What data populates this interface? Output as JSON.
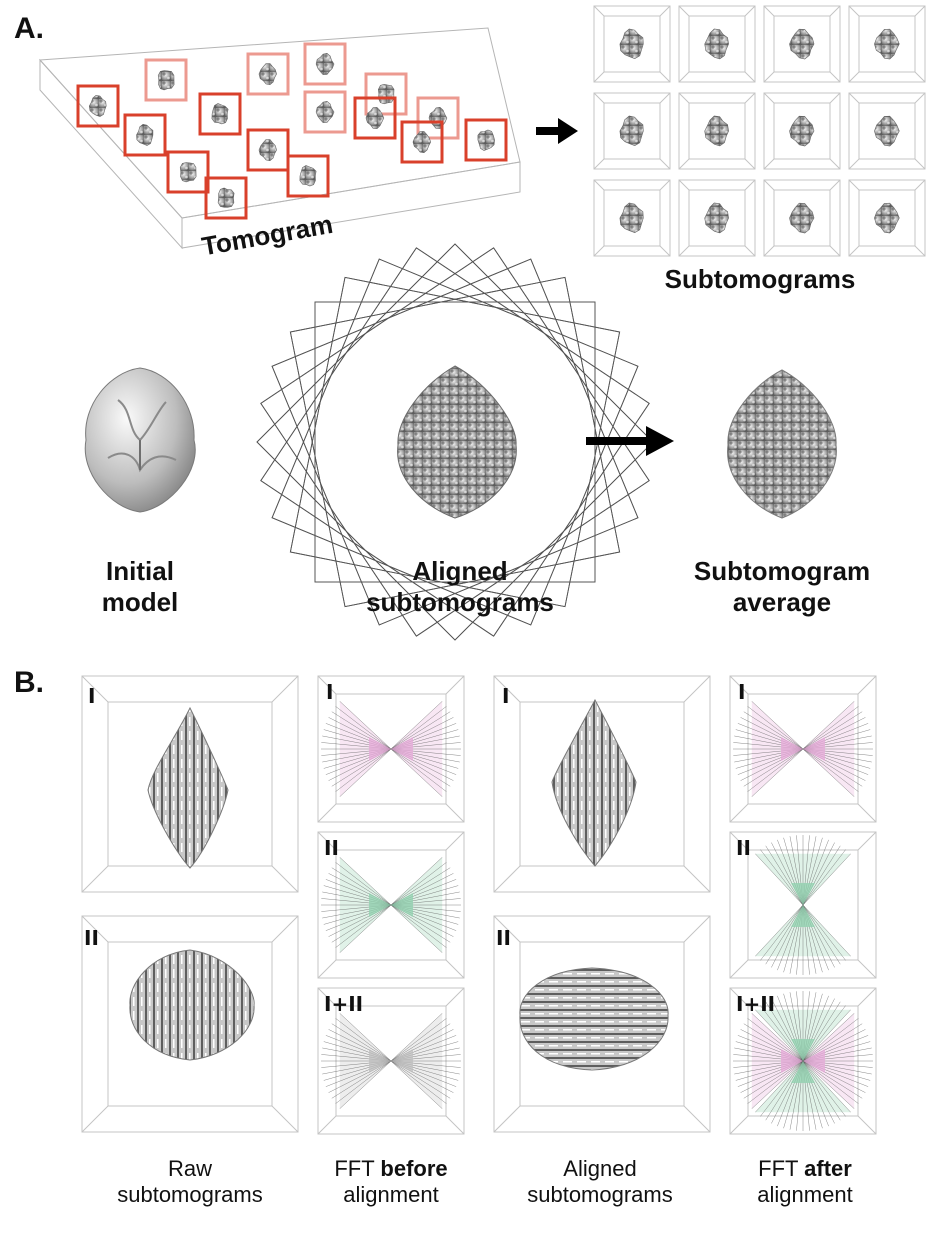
{
  "panel_a": {
    "letter": "A.",
    "tomogram_label": "Tomogram",
    "subtomograms_label": "Subtomograms",
    "initial_model_label": [
      "Initial",
      "model"
    ],
    "aligned_label": [
      "Aligned",
      "subtomograms"
    ],
    "average_label": [
      "Subtomogram",
      "average"
    ]
  },
  "panel_b": {
    "letter": "B.",
    "roman_i": "I",
    "roman_ii": "II",
    "roman_sum": "I+II",
    "col1": [
      "Raw",
      "subtomograms"
    ],
    "col2_pre": "FFT ",
    "col2_bold": "before",
    "col2_post": "alignment",
    "col3": [
      "Aligned",
      "subtomograms"
    ],
    "col4_pre": "FFT ",
    "col4_bold": "after",
    "col4_post": "alignment"
  },
  "colors": {
    "red_box": "#d9402b",
    "light_red_box": "#ec9a90",
    "pink_wedge": "#e6a8d8",
    "green_wedge": "#8fd0ae",
    "grey_wedge": "#bdbdbd",
    "outline": "#9a9a9a",
    "density": "#8c8c8c"
  }
}
